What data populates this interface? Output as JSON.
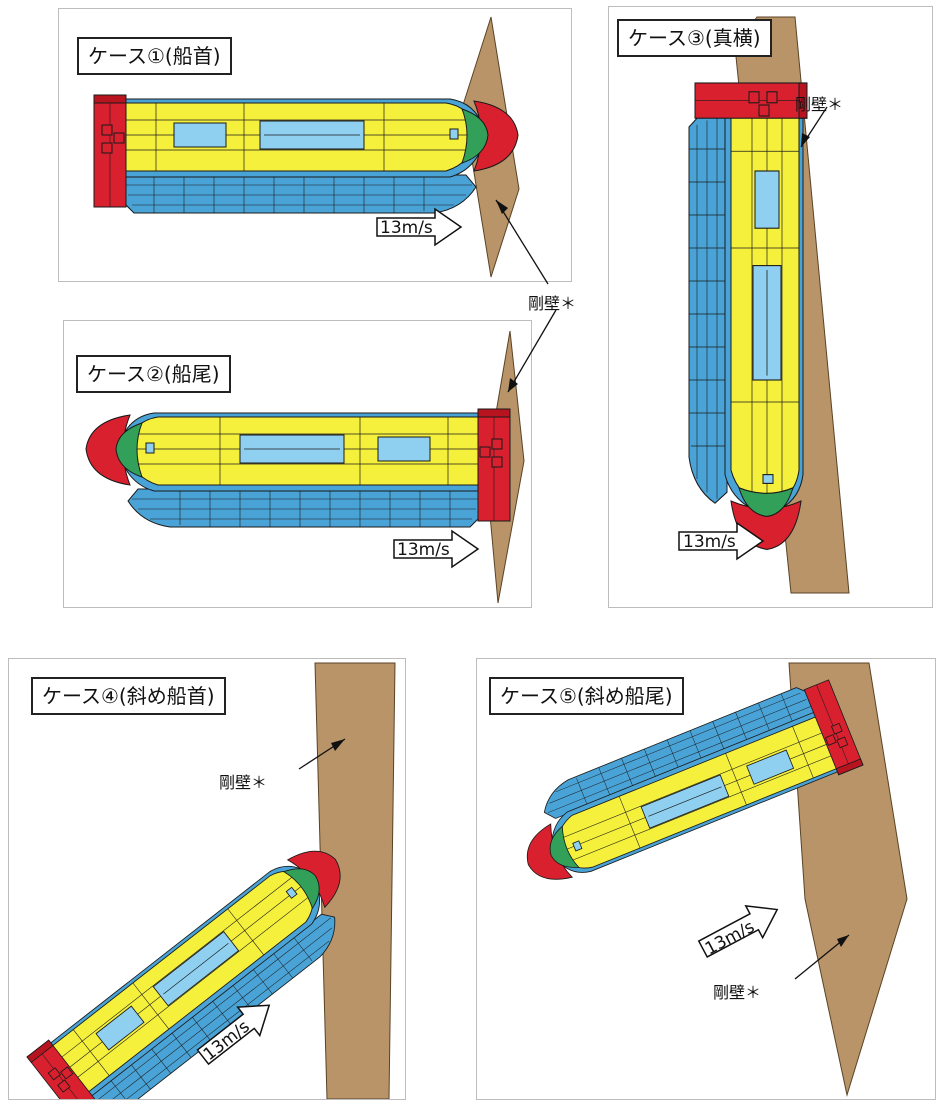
{
  "panels": {
    "p1": {
      "caption": "ケース①(船首)",
      "speed": "13m/s"
    },
    "p2": {
      "caption": "ケース②(船尾)",
      "speed": "13m/s"
    },
    "p3": {
      "caption": "ケース③(真横)",
      "speed": "13m/s",
      "wall_label": "剛壁＊"
    },
    "p4": {
      "caption": "ケース④(斜め船首)",
      "speed": "13m/s",
      "wall_label": "剛壁＊"
    },
    "p5": {
      "caption": "ケース⑤(斜め船尾)",
      "speed": "13m/s",
      "wall_label": "剛壁＊"
    }
  },
  "shared_wall_label": "剛壁＊",
  "colors": {
    "wall": "#b89468",
    "deck": "#f5f03c",
    "hull": "#4aa3d6",
    "end": "#d8202e",
    "bow_green": "#33a05a",
    "hatch": "#8fd0f0",
    "vent": "#a0673a"
  }
}
